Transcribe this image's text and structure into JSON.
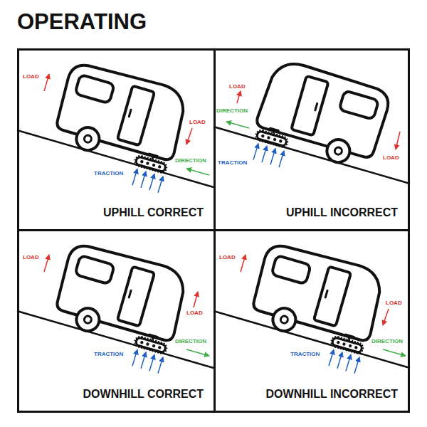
{
  "diagram": {
    "title": "OPERATING",
    "nodes": [
      {
        "text": [
          "LOAD",
          "LOAD",
          "DIRECTION",
          "TRACTION",
          "UPHILL CORRECT"
        ]
      },
      {
        "text": [
          "LOAD",
          "DIRECTION",
          "LOAD",
          "TRACTION",
          "UPHILL INCORRECT"
        ]
      },
      {
        "text": [
          "LOAD",
          "LOAD",
          "DIRECTION",
          "TRACTION",
          "DOWNHILL CORRECT"
        ]
      },
      {
        "text": [
          "LOAD",
          "LOAD",
          "DIRECTION",
          "TRACTION",
          "DOWNHILL INCORRECT"
        ]
      }
    ]
  }
}
